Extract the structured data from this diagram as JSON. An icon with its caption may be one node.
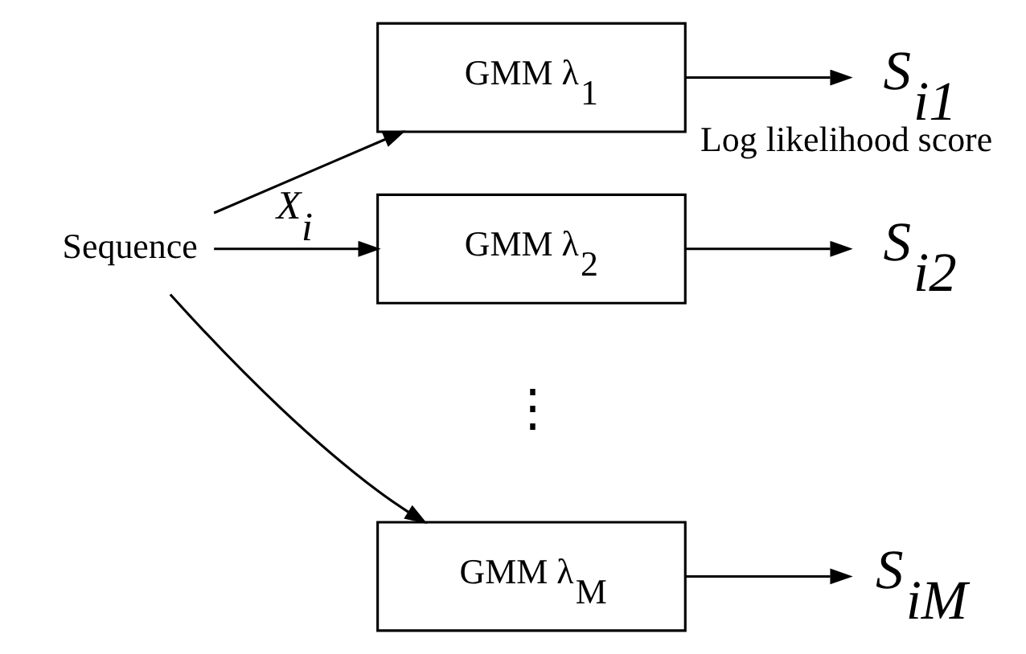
{
  "diagram": {
    "nodes": [
      {
        "text": [
          "Sequence"
        ]
      },
      {
        "text": [
          "GMM λ$_{1}$"
        ]
      },
      {
        "text": [
          "GMM λ$_{2}$"
        ]
      },
      {
        "text": [
          "GMM λ$_{M}$"
        ]
      },
      {
        "text": [
          "S$_{i1}$"
        ],
        "beside": [
          "Log likelihood score"
        ]
      },
      {
        "text": [
          "S$_{i2}$"
        ]
      },
      {
        "text": [
          "S$_{iM}$"
        ]
      }
    ],
    "edges": [
      {
        "from": 0,
        "to": 1,
        "arrow": "to"
      },
      {
        "from": 0,
        "to": 2,
        "arrow": "to",
        "label": "X$_{i}$"
      },
      {
        "from": 0,
        "to": 3,
        "arrow": "to"
      },
      {
        "from": 1,
        "to": 4,
        "arrow": "to"
      },
      {
        "from": 2,
        "to": 5,
        "arrow": "to"
      },
      {
        "from": 3,
        "to": 6,
        "arrow": "to"
      }
    ],
    "labels": [
      "⋮"
    ]
  }
}
